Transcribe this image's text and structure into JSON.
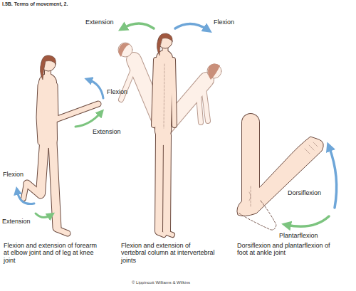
{
  "diagram": {
    "title": "I.5B. Terms of movement, 2.",
    "labels": [
      "Extension",
      "Flexion",
      "Flexion",
      "Extension",
      "Flexion",
      "Extension",
      "Dorsiflexion",
      "Plantarflexion",
      "Flexion and extension of forearm at elbow joint and of leg at knee joint",
      "Flexion and extension of vertebral column at intervertebral joints",
      "Dorsiflexion and plantarflexion of foot at ankle joint",
      "© Lippincott Williams & Wilkins"
    ]
  }
}
